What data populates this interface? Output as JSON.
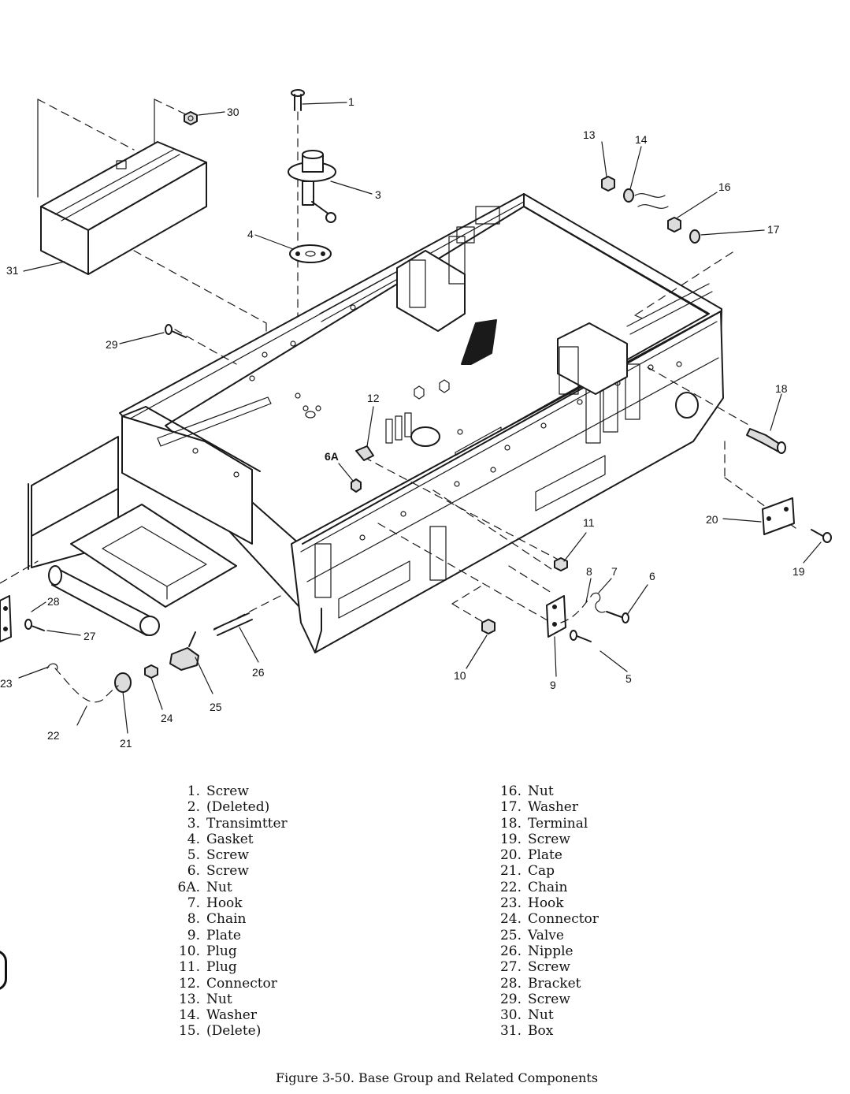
{
  "callouts": {
    "c1": "1",
    "c3": "3",
    "c4": "4",
    "c5": "5",
    "c6": "6",
    "c6a": "6A",
    "c7": "7",
    "c8": "8",
    "c9": "9",
    "c10": "10",
    "c11": "11",
    "c12": "12",
    "c13": "13",
    "c14": "14",
    "c16": "16",
    "c17": "17",
    "c18": "18",
    "c19": "19",
    "c20": "20",
    "c21": "21",
    "c22": "22",
    "c23": "23",
    "c24": "24",
    "c25": "25",
    "c26": "26",
    "c27": "27",
    "c28": "28",
    "c29": "29",
    "c30": "30",
    "c31": "31"
  },
  "parts_left": [
    {
      "num": "1.",
      "name": "Screw"
    },
    {
      "num": "2.",
      "name": "(Deleted)"
    },
    {
      "num": "3.",
      "name": "Transimtter"
    },
    {
      "num": "4.",
      "name": "Gasket"
    },
    {
      "num": "5.",
      "name": "Screw"
    },
    {
      "num": "6.",
      "name": "Screw"
    },
    {
      "num": "6A.",
      "name": "Nut"
    },
    {
      "num": "7.",
      "name": "Hook"
    },
    {
      "num": "8.",
      "name": "Chain"
    },
    {
      "num": "9.",
      "name": "Plate"
    },
    {
      "num": "10.",
      "name": "Plug"
    },
    {
      "num": "11.",
      "name": "Plug"
    },
    {
      "num": "12.",
      "name": "Connector"
    },
    {
      "num": "13.",
      "name": "Nut"
    },
    {
      "num": "14.",
      "name": "Washer"
    },
    {
      "num": "15.",
      "name": "(Delete)"
    }
  ],
  "parts_right": [
    {
      "num": "16.",
      "name": "Nut"
    },
    {
      "num": "17.",
      "name": "Washer"
    },
    {
      "num": "18.",
      "name": "Terminal"
    },
    {
      "num": "19.",
      "name": "Screw"
    },
    {
      "num": "20.",
      "name": "Plate"
    },
    {
      "num": "21.",
      "name": "Cap"
    },
    {
      "num": "22.",
      "name": "Chain"
    },
    {
      "num": "23.",
      "name": "Hook"
    },
    {
      "num": "24.",
      "name": "Connector"
    },
    {
      "num": "25.",
      "name": "Valve"
    },
    {
      "num": "26.",
      "name": "Nipple"
    },
    {
      "num": "27.",
      "name": "Screw"
    },
    {
      "num": "28.",
      "name": "Bracket"
    },
    {
      "num": "29.",
      "name": "Screw"
    },
    {
      "num": "30.",
      "name": "Nut"
    },
    {
      "num": "31.",
      "name": "Box"
    }
  ],
  "caption": "Figure 3-50.  Base Group and Related Components"
}
